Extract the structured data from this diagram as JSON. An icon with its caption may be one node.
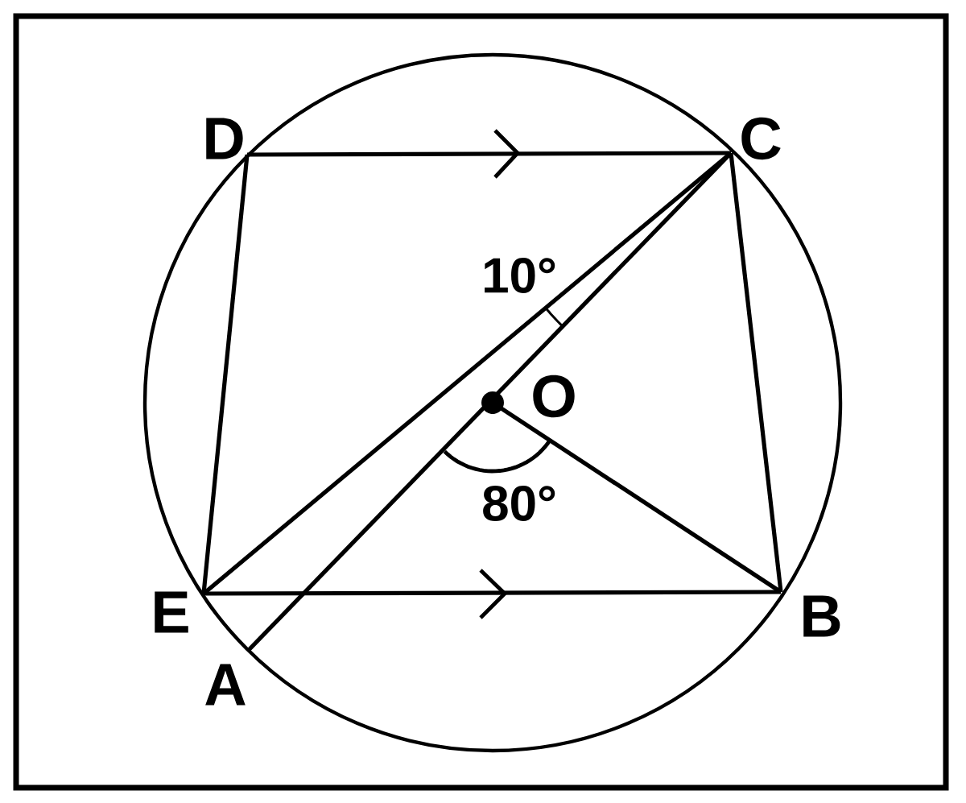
{
  "diagram": {
    "labels": [
      "D",
      "C",
      "10°",
      "O",
      "80°",
      "E",
      "B",
      "A"
    ]
  }
}
